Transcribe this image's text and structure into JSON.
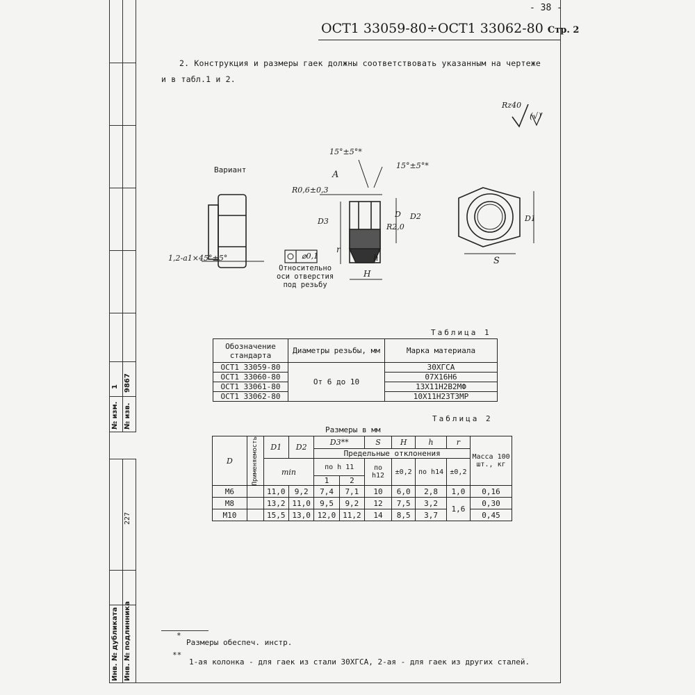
{
  "page_number": "- 38 -",
  "header": {
    "standard": "ОСТ1 33059-80÷ОСТ1 33062-80",
    "page_label": "Стр. 2"
  },
  "paragraph": {
    "line1": "2. Конструкция и размеры гаек должны соответствовать указанным на чертеже",
    "line2": "и в табл.1 и 2."
  },
  "drawing": {
    "roughness": "Rz40",
    "roughness_paren": "(√)",
    "variant_label": "Вариант",
    "chamfer_label": "1,2-a1×45°±5°",
    "angle1": "15°±5°*",
    "angle2": "15°±5°*",
    "label_a": "A",
    "radius_label": "R0,6±0,3",
    "radius2_label": "R2,0",
    "d_label": "D",
    "d1_label": "D1",
    "d2_label": "D2",
    "d3_label": "D3",
    "r_label": "r",
    "h_label": "h",
    "H_label": "H",
    "S_label": "S",
    "tolerance_frame": "⌀0,1",
    "tolerance_note": [
      "Относительно",
      "оси отверстия",
      "под резьбу"
    ]
  },
  "side_strip": {
    "izm_no": "№ изм.",
    "izm_val": "1",
    "izv_no": "№ изв.",
    "izv_val": "9867",
    "inv_val": "227",
    "inv_dubl": "Инв. № дубликата",
    "inv_podl": "Инв. № подлинника"
  },
  "table1": {
    "caption": "Таблица 1",
    "headers": [
      "Обозначение стандарта",
      "Диаметры резьбы, мм",
      "Марка материала"
    ],
    "standards": [
      "ОСТ1 33059-80",
      "ОСТ1 33060-80",
      "ОСТ1 33061-80",
      "ОСТ1 33062-80"
    ],
    "diameter": "От 6 до 10",
    "materials": [
      "30ХГСА",
      "07Х16Н6",
      "13Х11Н2В2МФ",
      "10Х11Н23Т3МР"
    ]
  },
  "table2": {
    "caption": "Таблица 2",
    "units": "Размеры в мм",
    "headers": {
      "d": "D",
      "use": "Применяемость",
      "d1": "D1",
      "d2": "D2",
      "d3": "D3**",
      "s": "S",
      "H": "H",
      "h": "h",
      "r": "r",
      "mass": "Масса 100 шт., кг",
      "min": "min",
      "dev": "Предельные отклонения",
      "d3_tol": "по h 11",
      "col1": "1",
      "col2": "2",
      "s_tol": "по h12",
      "H_tol": "±0,2",
      "h_tol": "по h14",
      "r_tol": "±0,2"
    },
    "rows": [
      {
        "d": "M6",
        "d1": "11,0",
        "d2": "9,2",
        "d3a": "7,4",
        "d3b": "7,1",
        "s": "10",
        "H": "6,0",
        "h": "2,8",
        "r": "1,0",
        "mass": "0,16"
      },
      {
        "d": "M8",
        "d1": "13,2",
        "d2": "11,0",
        "d3a": "9,5",
        "d3b": "9,2",
        "s": "12",
        "H": "7,5",
        "h": "3,2",
        "r": "1,6",
        "mass": "0,30"
      },
      {
        "d": "M10",
        "d1": "15,5",
        "d2": "13,0",
        "d3a": "12,0",
        "d3b": "11,2",
        "s": "14",
        "H": "8,5",
        "h": "3,7",
        "r": "",
        "mass": "0,45"
      }
    ]
  },
  "footnotes": {
    "star1": "*",
    "note1": "Размеры обеспеч. инстр.",
    "star2": "**",
    "note2": "1-ая колонка - для гаек из стали 30ХГСА, 2-ая - для гаек из других сталей."
  }
}
